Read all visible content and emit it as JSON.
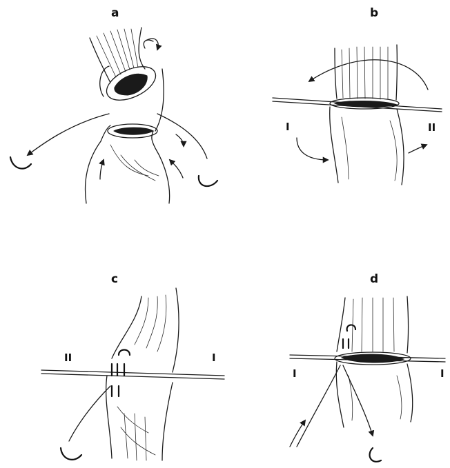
{
  "panels": [
    {
      "id": "a",
      "label": "a"
    },
    {
      "id": "b",
      "label": "b",
      "markers": [
        "I",
        "II"
      ]
    },
    {
      "id": "c",
      "label": "c",
      "markers": [
        "II",
        "I"
      ]
    },
    {
      "id": "d",
      "label": "d",
      "markers": [
        "I",
        "I"
      ]
    }
  ]
}
